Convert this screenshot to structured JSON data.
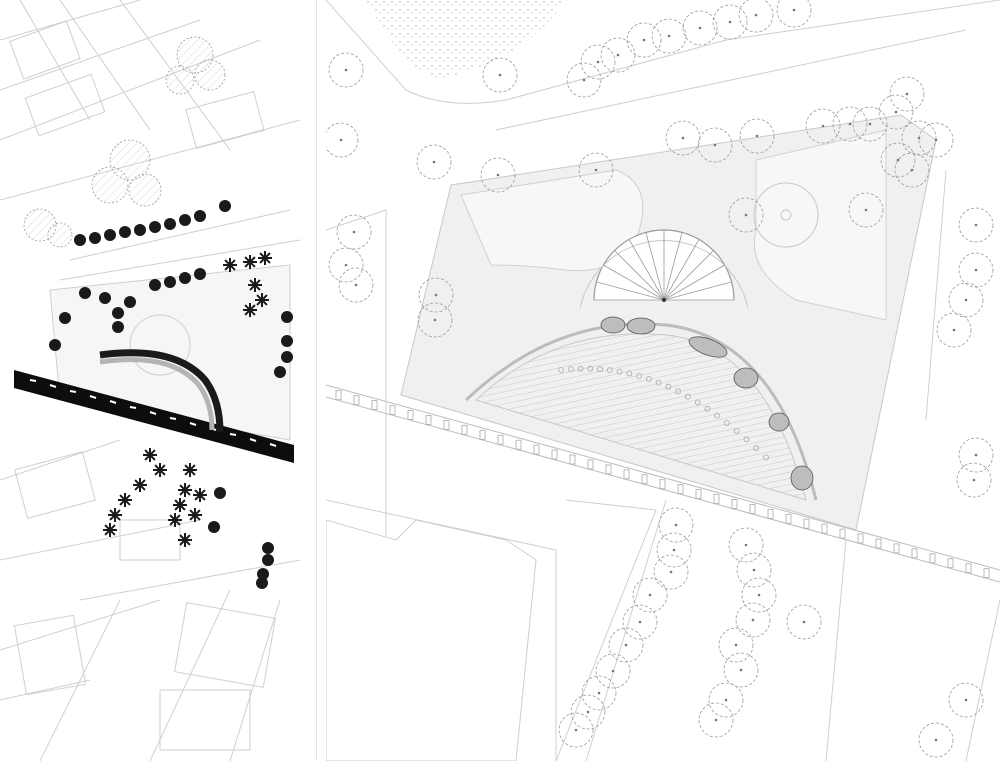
{
  "figure": {
    "panels": [
      {
        "id": "left",
        "kind": "context-site-plan"
      },
      {
        "id": "right",
        "kind": "detailed-site-plan"
      }
    ]
  },
  "colors": {
    "line": "#c8c8c8",
    "building": "#d6d6d6",
    "plaza": "#efefef",
    "lawn": "#f4f4f4",
    "road_black": "#0d0d0d",
    "tree_dark": "#1a1a1a",
    "accent_gray": "#8a8a8a"
  },
  "icons": {
    "tree_canopy": "circle-dashed-icon",
    "palm": "palm-tree-icon",
    "rock": "boulder-icon"
  }
}
